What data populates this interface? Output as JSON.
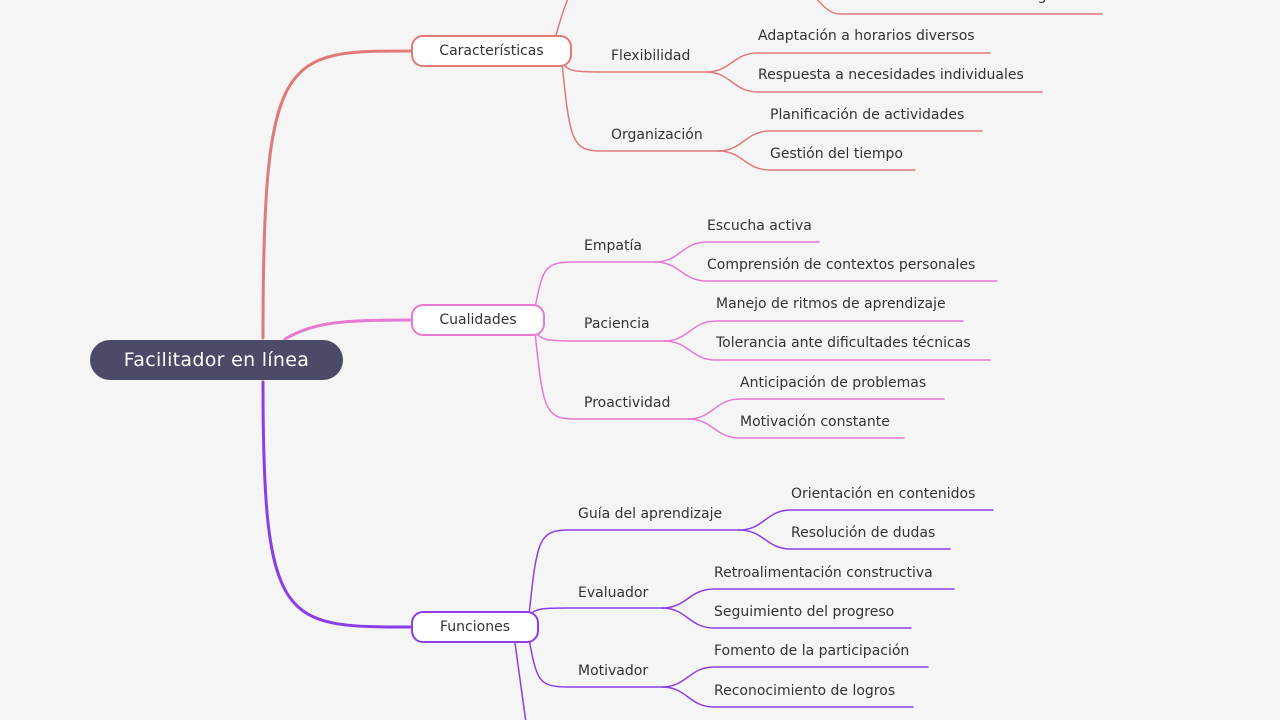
{
  "root": {
    "label": "Facilitador en línea"
  },
  "branches": [
    {
      "label": "Características",
      "color": "#e07a7a",
      "children": [
        {
          "label": "",
          "leaves": [
            "Dominio de herramientas digitales"
          ]
        },
        {
          "label": "Flexibilidad",
          "leaves": [
            "Adaptación a horarios diversos",
            "Respuesta a necesidades individuales"
          ]
        },
        {
          "label": "Organización",
          "leaves": [
            "Planificación de actividades",
            "Gestión del tiempo"
          ]
        }
      ]
    },
    {
      "label": "Cualidades",
      "color": "#e67ad0",
      "children": [
        {
          "label": "Empatía",
          "leaves": [
            "Escucha activa",
            "Comprensión de contextos personales"
          ]
        },
        {
          "label": "Paciencia",
          "leaves": [
            "Manejo de ritmos de aprendizaje",
            "Tolerancia ante dificultades técnicas"
          ]
        },
        {
          "label": "Proactividad",
          "leaves": [
            "Anticipación de problemas",
            "Motivación constante"
          ]
        }
      ]
    },
    {
      "label": "Funciones",
      "color": "#8b3ee8",
      "children": [
        {
          "label": "Guía del aprendizaje",
          "leaves": [
            "Orientación en contenidos",
            "Resolución de dudas"
          ]
        },
        {
          "label": "Evaluador",
          "leaves": [
            "Retroalimentación constructiva",
            "Seguimiento del progreso"
          ]
        },
        {
          "label": "Motivador",
          "leaves": [
            "Fomento de la participación",
            "Reconocimiento de logros"
          ]
        }
      ]
    }
  ]
}
